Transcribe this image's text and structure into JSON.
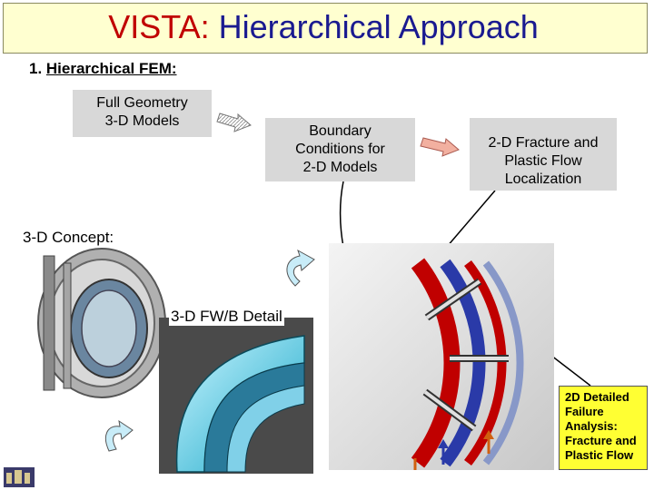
{
  "title": {
    "part1": "VISTA: ",
    "part2": "Hierarchical Approach"
  },
  "section": {
    "number": "1. ",
    "heading": "Hierarchical FEM:"
  },
  "boxes": {
    "full_geometry": [
      "Full Geometry",
      "3-D Models"
    ],
    "boundary_conditions": [
      "Boundary",
      "Conditions for",
      "2-D Models"
    ],
    "fracture": [
      "2-D Fracture and",
      "Plastic Flow",
      "Localization"
    ]
  },
  "labels": {
    "concept": "3-D Concept:",
    "detail": "3-D FW/B Detail"
  },
  "failure_box": [
    "2D Detailed",
    "Failure",
    "Analysis:",
    "Fracture and",
    "Plastic Flow"
  ],
  "colors": {
    "title_red": "#c00000",
    "title_blue": "#1a1a90",
    "title_bar": "#ffffd0",
    "box_gray": "#d8d8d8",
    "callout_yellow": "#ffff33"
  }
}
